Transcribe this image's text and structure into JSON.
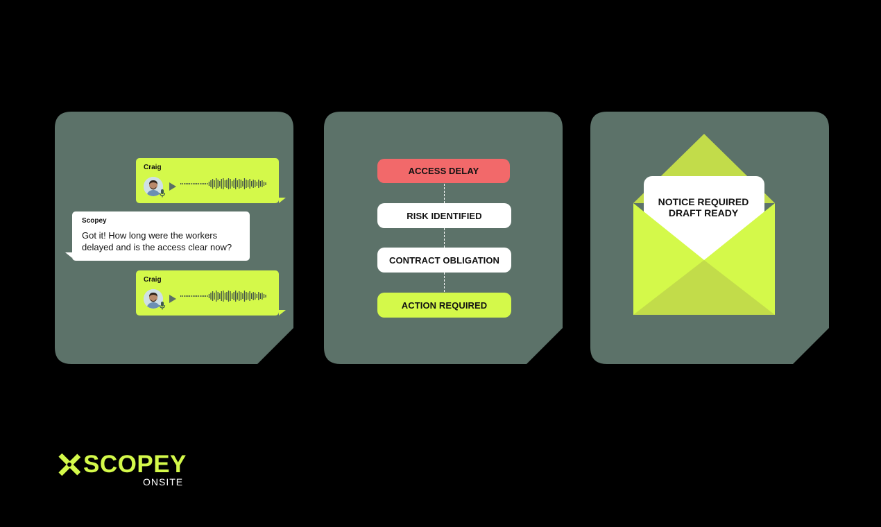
{
  "colors": {
    "background": "#000000",
    "panel": "#5c7269",
    "accent_lime": "#d4f94a",
    "alert_red": "#f2696a",
    "white": "#ffffff"
  },
  "chat": {
    "messages": [
      {
        "sender": "Craig",
        "type": "voice-note"
      },
      {
        "sender": "Scopey",
        "type": "text",
        "text": "Got it!  How long were the workers delayed and is the access clear now?"
      },
      {
        "sender": "Craig",
        "type": "voice-note"
      }
    ]
  },
  "flow": {
    "steps": [
      {
        "label": "ACCESS DELAY",
        "color": "#f2696a"
      },
      {
        "label": "RISK IDENTIFIED",
        "color": "#ffffff"
      },
      {
        "label": "CONTRACT OBLIGATION",
        "color": "#ffffff"
      },
      {
        "label": "ACTION REQUIRED",
        "color": "#d4f94a"
      }
    ]
  },
  "notice": {
    "line1": "NOTICE REQUIRED",
    "line2": "DRAFT READY"
  },
  "logo": {
    "wordmark": "SCOPEY",
    "subtitle": "ONSITE"
  }
}
